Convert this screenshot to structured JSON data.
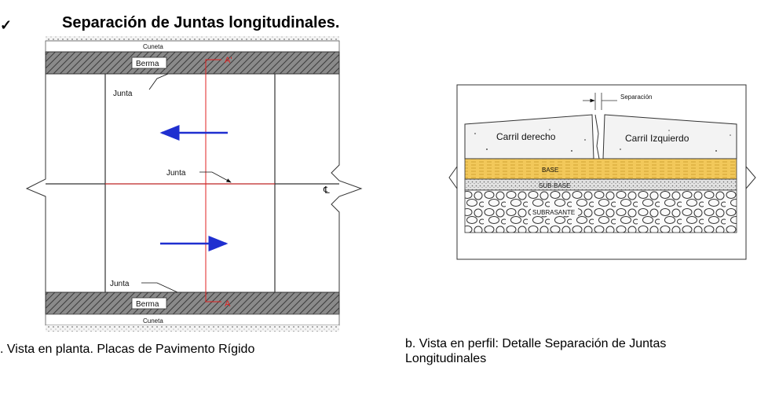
{
  "header": {
    "bullet": "✓",
    "title": "Separación de Juntas longitudinales."
  },
  "plan_view": {
    "cuneta_top": "Cuneta",
    "berma_top": "Berma",
    "junta_top": "Junta",
    "junta_center": "Junta",
    "junta_bottom": "Junta",
    "berma_bottom": "Berma",
    "cuneta_bottom": "Cuneta",
    "section_top": "A'",
    "section_bottom": "A",
    "centerline": "℄",
    "caption": ". Vista en planta. Placas de Pavimento Rígido"
  },
  "profile_view": {
    "separacion": "Separación",
    "carril_derecho": "Carril derecho",
    "carril_izquierdo": "Carril Izquierdo",
    "base": "BASE",
    "sub_base": "SUB-BASE",
    "subrasante": "SUBRASANTE",
    "caption": "b. Vista en perfil: Detalle Separación de Juntas Longitudinales"
  },
  "colors": {
    "arrow_blue": "#1f2fd0",
    "section_red": "#e02020",
    "base_yellow": "#f2c85a",
    "hatch_gray": "#6e6e6e"
  }
}
